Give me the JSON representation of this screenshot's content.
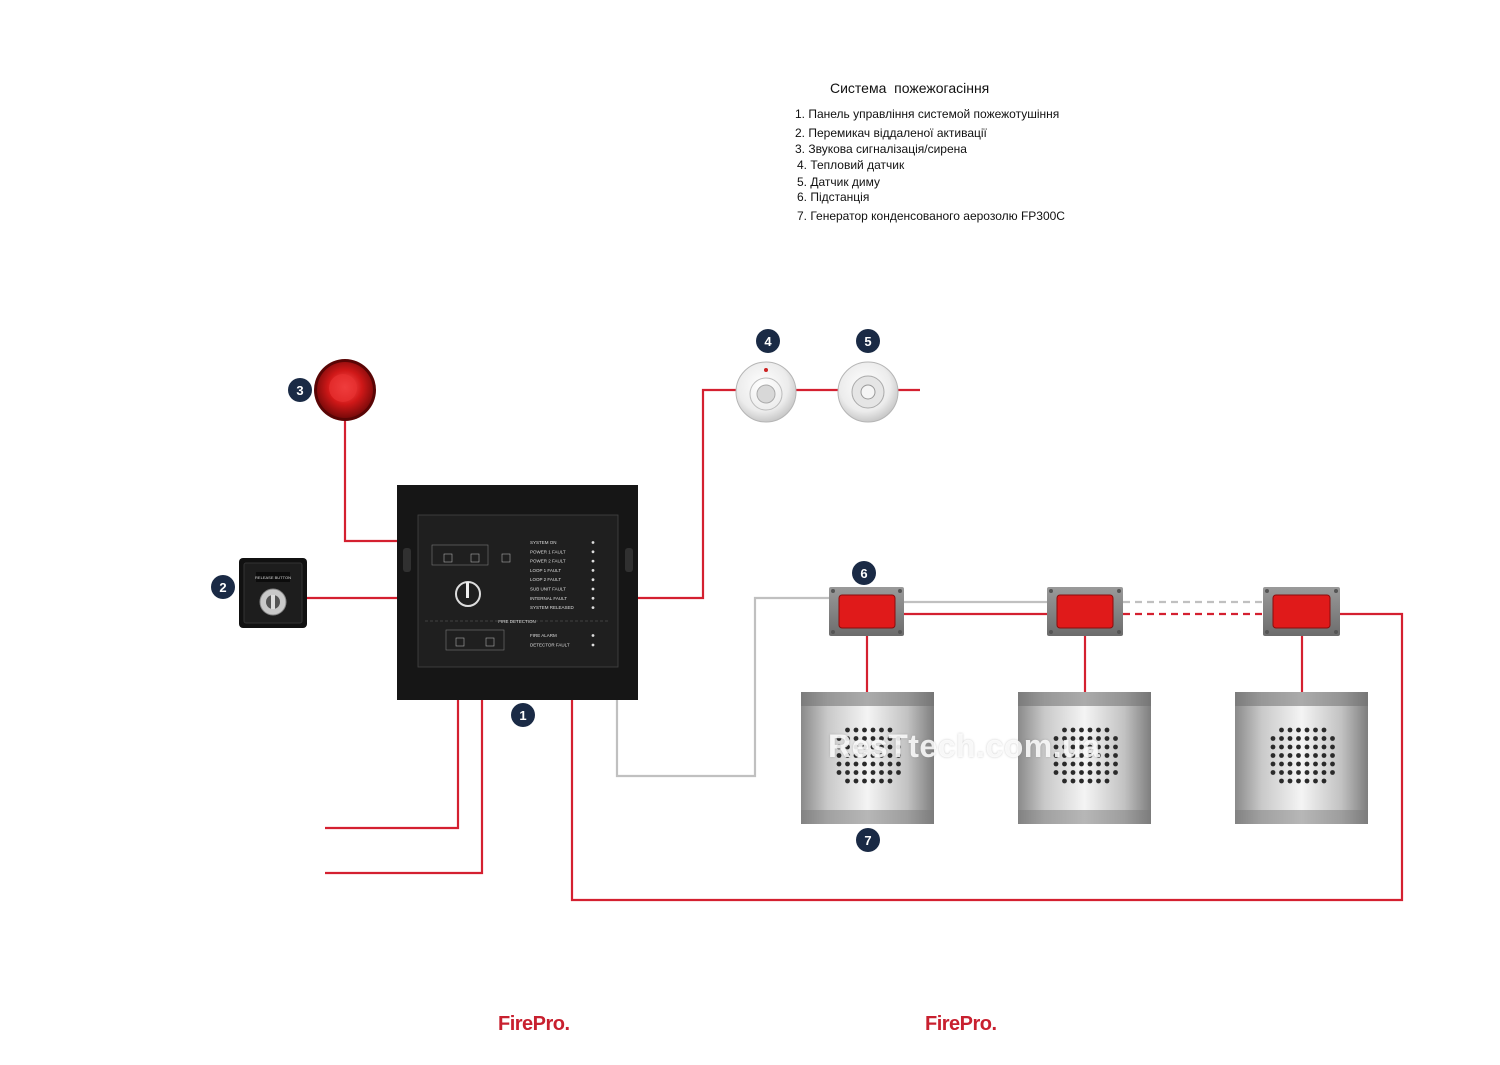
{
  "legend": {
    "title": "Система  пожежогасіння",
    "items": [
      "1. Панель управління системой пожежотушіння",
      "2. Перемикач віддаленої активації",
      "3. Звукова сигналізація/сирена",
      "4. Тепловий датчик",
      "5. Датчик диму",
      "6. Підстанція",
      "7. Генератор конденсованого аерозолю FP300C"
    ]
  },
  "badges": [
    "1",
    "2",
    "3",
    "4",
    "5",
    "6",
    "7"
  ],
  "panel_labels": {
    "status": [
      "SYSTEM ON",
      "POWER 1 FAULT",
      "POWER 2 FAULT",
      "LOOP 1 FAULT",
      "LOOP 2 FAULT",
      "SUB UNIT FAULT",
      "INTERNAL FAULT",
      "SYSTEM RELEASED"
    ],
    "detection": "FIRE DETECTION",
    "alarms": [
      "FIRE ALARM",
      "DETECTOR FAULT"
    ],
    "release_button": "RELEASE BUTTON"
  },
  "watermark": "ResTtech.com.ua",
  "brand": {
    "name": "FirePro",
    "dot": "."
  },
  "colors": {
    "wire": "#d42030",
    "wire_gray": "#c0c0c0",
    "badge": "#1a2a45",
    "brand": "#c8202f"
  }
}
